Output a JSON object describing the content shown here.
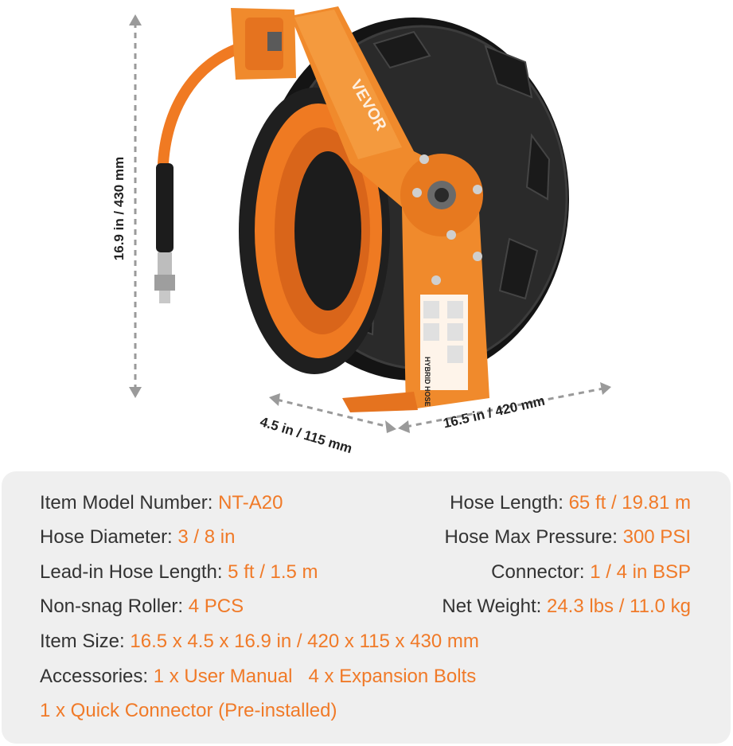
{
  "colors": {
    "accent": "#f07a28",
    "frame_orange": "#f08a2c",
    "reel_black": "#1c1c1c",
    "panel_bg": "#efefef",
    "text": "#333333",
    "dimension_line": "#9a9a9a"
  },
  "product": {
    "brand_text": "VEVOR",
    "label_text": "HYBRID HOSE"
  },
  "dimensions": {
    "height": "16.9 in / 430 mm",
    "depth": "4.5 in / 115 mm",
    "width": "16.5 in / 420 mm"
  },
  "specs": {
    "model": {
      "label": "Item Model Number: ",
      "value": "NT-A20"
    },
    "hose_length": {
      "label": "Hose Length: ",
      "value": "65 ft / 19.81 m"
    },
    "hose_diameter": {
      "label": "Hose Diameter: ",
      "value": "3 / 8 in"
    },
    "max_pressure": {
      "label": "Hose Max Pressure: ",
      "value": "300 PSI"
    },
    "lead_in": {
      "label": "Lead-in Hose Length: ",
      "value": "5 ft / 1.5 m"
    },
    "connector": {
      "label": "Connector: ",
      "value": "1 / 4 in BSP"
    },
    "roller": {
      "label": "Non-snag Roller: ",
      "value": "4 PCS"
    },
    "net_weight": {
      "label": "Net Weight: ",
      "value": "24.3 lbs / 11.0 kg"
    },
    "item_size": {
      "label": "Item Size: ",
      "value": "16.5 x 4.5 x 16.9 in / 420 x 115 x 430 mm"
    },
    "accessories": {
      "label": "Accessories: ",
      "value": "1 x User Manual   4 x Expansion Bolts"
    },
    "accessories_2": {
      "value": "1 x Quick Connector (Pre-installed)"
    }
  }
}
